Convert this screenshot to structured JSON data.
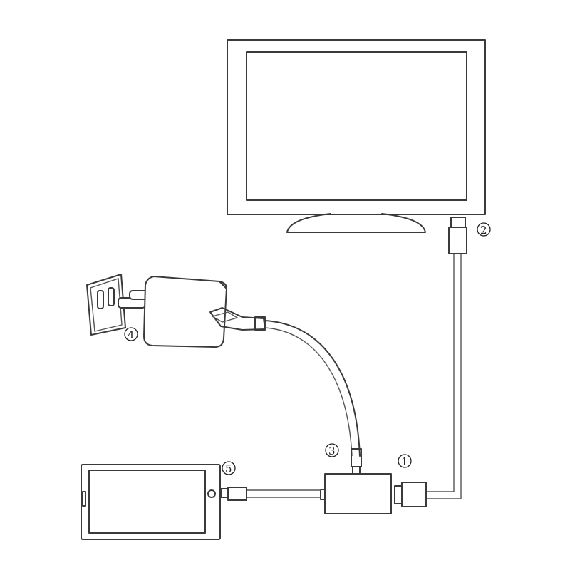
{
  "diagram": {
    "title": "Phone to TV adapter connection diagram",
    "labels": [
      {
        "id": "1",
        "glyph": "①",
        "target": "HDMI port of adapter"
      },
      {
        "id": "2",
        "glyph": "②",
        "target": "HDMI plug into TV"
      },
      {
        "id": "3",
        "glyph": "③",
        "target": "USB power input of adapter"
      },
      {
        "id": "4",
        "glyph": "④",
        "target": "Power adapter plugged into wall socket"
      },
      {
        "id": "5",
        "glyph": "⑤",
        "target": "Lightning plug into phone"
      }
    ],
    "components": [
      "tv-monitor",
      "wall-socket",
      "power-adapter",
      "usb-cable",
      "adapter-box",
      "hdmi-cable",
      "smartphone",
      "lightning-cable"
    ],
    "colors": {
      "line": "#3a3a3a",
      "background": "#ffffff"
    }
  }
}
